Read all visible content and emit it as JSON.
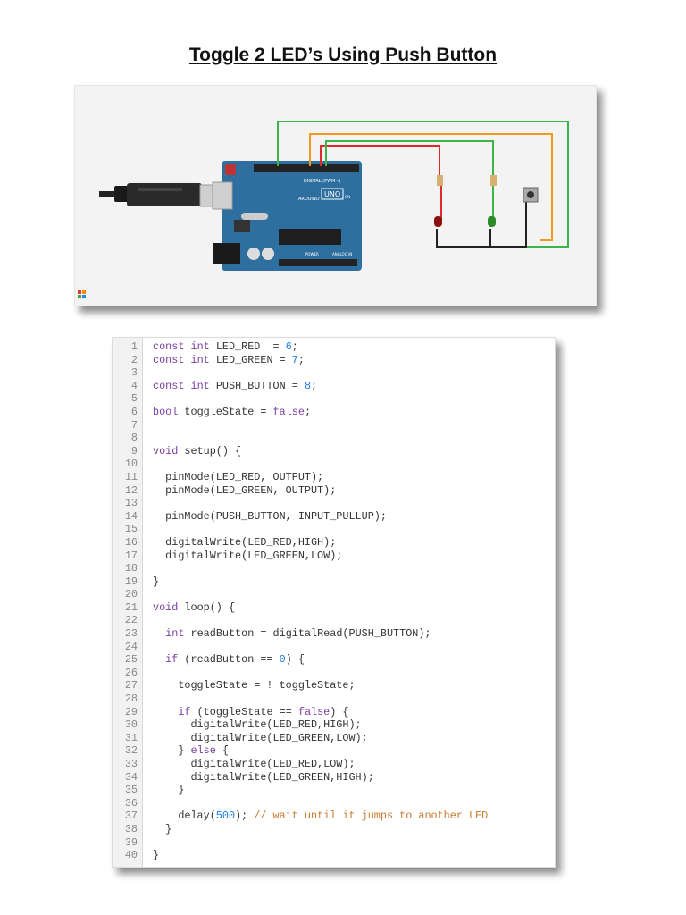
{
  "title": "Toggle 2 LED’s Using Push Button",
  "board": {
    "brand": "ARDUINO",
    "model": "UNO",
    "digital_label": "DIGITAL (PWM~)",
    "power_label": "POWER",
    "analog_label": "ANALOG IN",
    "on_label": "ON"
  },
  "code": {
    "line_numbers": [
      "1",
      "2",
      "3",
      "4",
      "5",
      "6",
      "7",
      "8",
      "9",
      "10",
      "11",
      "12",
      "13",
      "14",
      "15",
      "16",
      "17",
      "18",
      "19",
      "20",
      "21",
      "22",
      "23",
      "24",
      "25",
      "26",
      "27",
      "28",
      "29",
      "30",
      "31",
      "32",
      "33",
      "34",
      "35",
      "36",
      "37",
      "38",
      "39",
      "40"
    ],
    "lines": [
      "const int LED_RED  = 6;",
      "const int LED_GREEN = 7;",
      "",
      "const int PUSH_BUTTON = 8;",
      "",
      "bool toggleState = false;",
      "",
      "",
      "void setup() {",
      "",
      "  pinMode(LED_RED, OUTPUT);",
      "  pinMode(LED_GREEN, OUTPUT);",
      "",
      "  pinMode(PUSH_BUTTON, INPUT_PULLUP);",
      "",
      "  digitalWrite(LED_RED,HIGH);",
      "  digitalWrite(LED_GREEN,LOW);",
      "",
      "}",
      "",
      "void loop() {",
      "",
      "  int readButton = digitalRead(PUSH_BUTTON);",
      "",
      "  if (readButton == 0) {",
      "",
      "    toggleState = ! toggleState;",
      "",
      "    if (toggleState == false) {",
      "      digitalWrite(LED_RED,HIGH);",
      "      digitalWrite(LED_GREEN,LOW);",
      "    } else {",
      "      digitalWrite(LED_RED,LOW);",
      "      digitalWrite(LED_GREEN,HIGH);",
      "    }",
      "",
      "    delay(500); // wait until it jumps to another LED",
      "  }",
      "",
      "}"
    ]
  },
  "colors": {
    "keyword": "#7a3fa0",
    "number": "#1c7ee0",
    "comment": "#c87a2e",
    "board": "#2f6f9f",
    "wire_green": "#3bb54a",
    "wire_orange": "#f39a1e",
    "wire_red": "#e02b2b"
  }
}
